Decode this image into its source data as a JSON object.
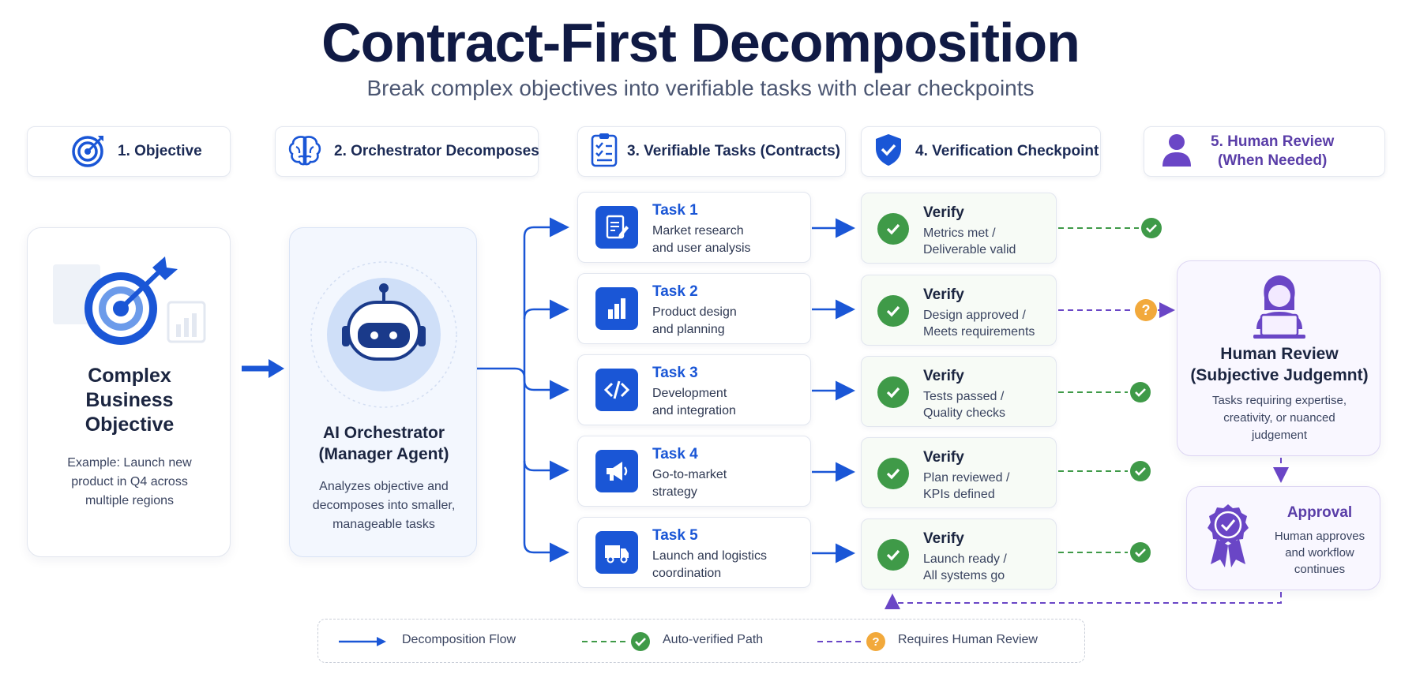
{
  "header": {
    "title": "Contract-First Decomposition",
    "subtitle": "Break complex objectives into verifiable tasks with clear checkpoints"
  },
  "stages": [
    {
      "label": "1. Objective",
      "icon": "target-icon"
    },
    {
      "label": "2. Orchestrator Decomposes",
      "icon": "brain-icon"
    },
    {
      "label": "3. Verifiable Tasks (Contracts)",
      "icon": "checklist-icon"
    },
    {
      "label": "4. Verification Checkpoint",
      "icon": "shield-check-icon"
    },
    {
      "label_line1": "5. Human Review",
      "label_line2": "(When Needed)",
      "icon": "person-icon"
    }
  ],
  "objective": {
    "title_line1": "Complex",
    "title_line2": "Business",
    "title_line3": "Objective",
    "desc_line1": "Example: Launch new",
    "desc_line2": "product in Q4 across",
    "desc_line3": "multiple regions"
  },
  "orchestrator": {
    "title_line1": "AI Orchestrator",
    "title_line2": "(Manager Agent)",
    "desc_line1": "Analyzes objective and",
    "desc_line2": "decomposes into smaller,",
    "desc_line3": "manageable tasks"
  },
  "tasks": [
    {
      "name": "Task 1",
      "line1": "Market research",
      "line2": "and user analysis",
      "icon": "document-edit-icon"
    },
    {
      "name": "Task 2",
      "line1": "Product design",
      "line2": "and planning",
      "icon": "bar-chart-icon"
    },
    {
      "name": "Task 3",
      "line1": "Development",
      "line2": "and integration",
      "icon": "code-icon"
    },
    {
      "name": "Task 4",
      "line1": "Go-to-market",
      "line2": "strategy",
      "icon": "megaphone-icon"
    },
    {
      "name": "Task 5",
      "line1": "Launch and logistics",
      "line2": "coordination",
      "icon": "truck-icon"
    }
  ],
  "verifications": [
    {
      "name": "Verify",
      "line1": "Metrics met /",
      "line2": "Deliverable valid",
      "path": "auto"
    },
    {
      "name": "Verify",
      "line1": "Design approved /",
      "line2": "Meets requirements",
      "path": "human"
    },
    {
      "name": "Verify",
      "line1": "Tests passed /",
      "line2": "Quality checks",
      "path": "auto"
    },
    {
      "name": "Verify",
      "line1": "Plan reviewed /",
      "line2": "KPIs defined",
      "path": "auto"
    },
    {
      "name": "Verify",
      "line1": "Launch ready /",
      "line2": "All systems go",
      "path": "auto"
    }
  ],
  "human_review": {
    "title_line1": "Human Review",
    "title_line2": "(Subjective Judgemnt)",
    "desc_line1": "Tasks requiring expertise,",
    "desc_line2": "creativity, or nuanced",
    "desc_line3": "judgement"
  },
  "approval": {
    "title": "Approval",
    "desc_line1": "Human approves",
    "desc_line2": "and workflow",
    "desc_line3": "continues"
  },
  "legend": {
    "decomposition": "Decomposition Flow",
    "auto": "Auto-verified Path",
    "human": "Requires Human Review"
  },
  "colors": {
    "primary_blue": "#1a56d6",
    "check_green": "#3f9a48",
    "question_orange": "#f2a93b",
    "human_purple": "#6a46c6",
    "title_navy": "#101a44"
  }
}
